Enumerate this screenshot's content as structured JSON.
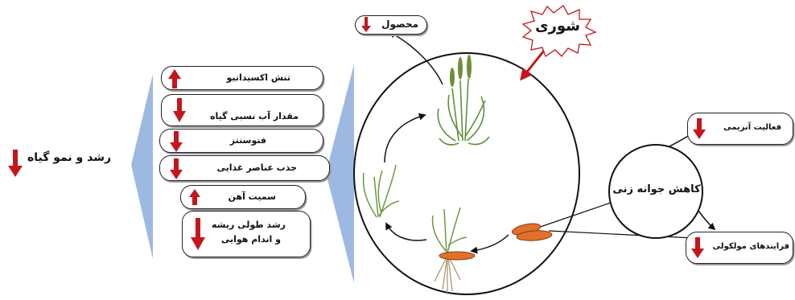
{
  "salinity_label": "شوری",
  "yield": {
    "label": "محصول",
    "trend": "down"
  },
  "germination_center": "کاهش جوانه زنی",
  "germination_effects": [
    {
      "label": "فعالیت آنزیمی",
      "trend": "down"
    },
    {
      "label": "فرایندهای مولکولی",
      "trend": "down"
    }
  ],
  "growth_title": "رشد و نمو گیاه",
  "growth_trend": "down",
  "growth_factors": [
    {
      "label": "تنش اکسیداتیو",
      "trend": "up"
    },
    {
      "label": "مقدار آب نسبی گیاه",
      "trend": "down"
    },
    {
      "label": "فتوسنتز",
      "trend": "down"
    },
    {
      "label": "جذب عناصر غذایی",
      "trend": "down"
    },
    {
      "label": "سمیت آهن",
      "trend": "up"
    },
    {
      "label": "رشد طولی ریشه",
      "label2": "و اندام هوایی",
      "trend": "down"
    }
  ],
  "colors": {
    "arrow_red": "#c4161c",
    "callout_blue": "#9db9e2",
    "seed_orange": "#e0702a",
    "plant_green": "#5f8f3a"
  },
  "icons": {
    "down": "down-arrow-icon",
    "up": "up-arrow-icon"
  }
}
